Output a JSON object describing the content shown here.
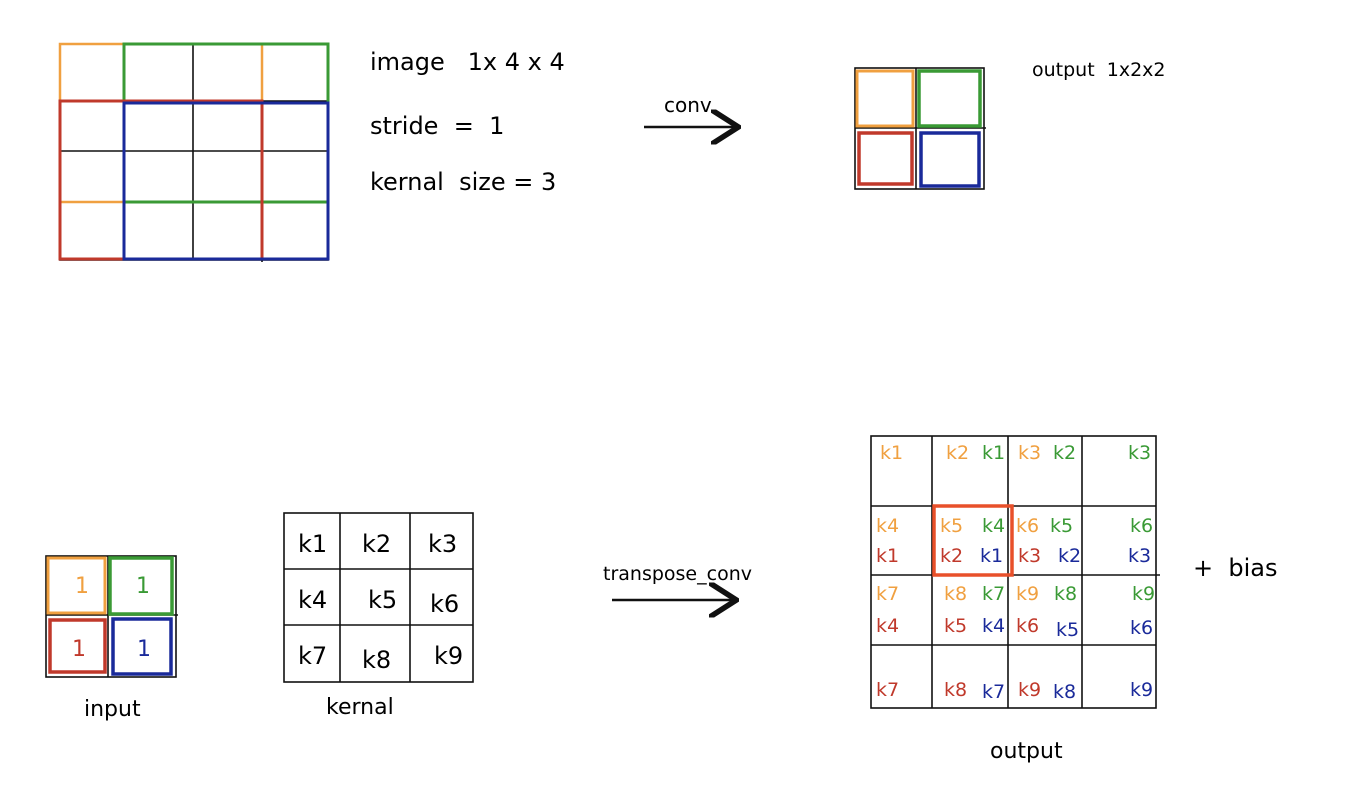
{
  "colors": {
    "orange": "#f0a040",
    "green": "#3a9a35",
    "red": "#c0392b",
    "blue": "#1a2a9a",
    "highlight": "#e8502a",
    "ink": "#111111"
  },
  "conv": {
    "image_label": "image   1x 4 x 4",
    "stride_label": "stride  =  1",
    "kernel_size_label": "kernal  size = 3",
    "arrow_label": "conv",
    "output_label": "output  1x2x2"
  },
  "transpose": {
    "input_label": "input",
    "input_values": [
      "1",
      "1",
      "1",
      "1"
    ],
    "kernel_label": "kernal",
    "kernel_cells": [
      [
        "k1",
        "k2",
        "k3"
      ],
      [
        "k4",
        "k5",
        "k6"
      ],
      [
        "k7",
        "k8",
        "k9"
      ]
    ],
    "arrow_label": "transpose_conv",
    "output_label": "output",
    "bias_label": "+  bias",
    "output_cells": {
      "r0c0_a": "k1",
      "r0c1_a": "k2",
      "r0c1_b": "k1",
      "r0c2_a": "k3",
      "r0c2_b": "k2",
      "r0c3_b": "k3",
      "r1c0_a": "k4",
      "r1c0_c": "k1",
      "r1c1_a": "k5",
      "r1c1_b": "k4",
      "r1c1_c": "k2",
      "r1c1_d": "k1",
      "r1c2_a": "k6",
      "r1c2_b": "k5",
      "r1c2_c": "k3",
      "r1c2_d": "k2",
      "r1c3_b": "k6",
      "r1c3_d": "k3",
      "r2c0_a": "k7",
      "r2c0_c": "k4",
      "r2c1_a": "k8",
      "r2c1_b": "k7",
      "r2c1_c": "k5",
      "r2c1_d": "k4",
      "r2c2_a": "k9",
      "r2c2_b": "k8",
      "r2c2_c": "k6",
      "r2c2_d": "k5",
      "r2c3_b": "k9",
      "r2c3_d": "k6",
      "r3c0_c": "k7",
      "r3c1_c": "k8",
      "r3c1_d": "k7",
      "r3c2_c": "k9",
      "r3c2_d": "k8",
      "r3c3_d": "k9"
    }
  }
}
